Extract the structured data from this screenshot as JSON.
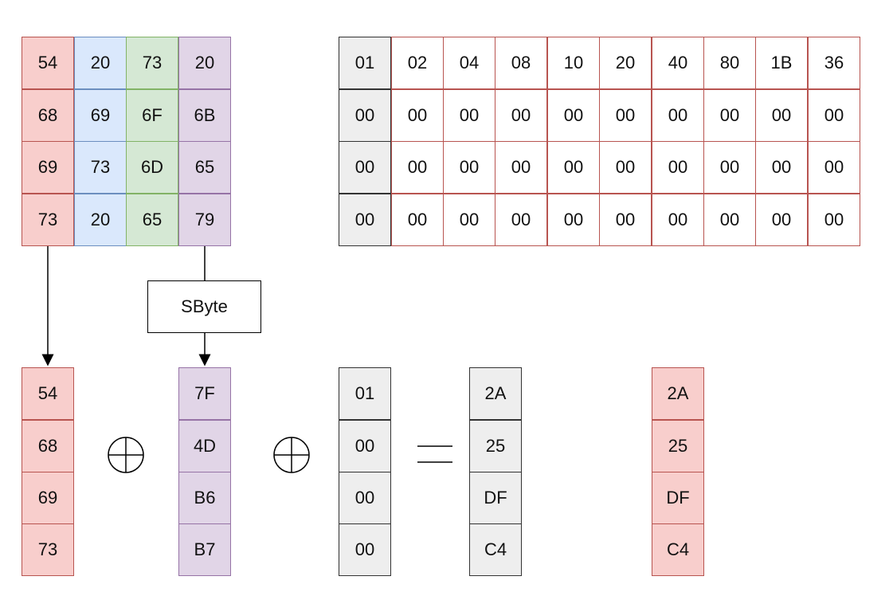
{
  "state": {
    "columns": [
      [
        "54",
        "68",
        "69",
        "73"
      ],
      [
        "20",
        "69",
        "73",
        "20"
      ],
      [
        "73",
        "6F",
        "6D",
        "65"
      ],
      [
        "20",
        "6B",
        "65",
        "79"
      ]
    ],
    "colors": [
      "#f8cecc",
      "#dae8fc",
      "#d5e8d4",
      "#e1d5e7"
    ]
  },
  "rcon": {
    "first_row": [
      "01",
      "02",
      "04",
      "08",
      "10",
      "20",
      "40",
      "80",
      "1B",
      "36"
    ],
    "zero_rows": [
      [
        "00",
        "00",
        "00",
        "00",
        "00",
        "00",
        "00",
        "00",
        "00",
        "00"
      ],
      [
        "00",
        "00",
        "00",
        "00",
        "00",
        "00",
        "00",
        "00",
        "00",
        "00"
      ],
      [
        "00",
        "00",
        "00",
        "00",
        "00",
        "00",
        "00",
        "00",
        "00",
        "00"
      ]
    ]
  },
  "sbyte_label": "SByte",
  "operation": {
    "word": [
      "54",
      "68",
      "69",
      "73"
    ],
    "substituted": [
      "7F",
      "4D",
      "B6",
      "B7"
    ],
    "rcon_col": [
      "01",
      "00",
      "00",
      "00"
    ],
    "result": [
      "2A",
      "25",
      "DF",
      "C4"
    ],
    "result_copy": [
      "2A",
      "25",
      "DF",
      "C4"
    ],
    "xor_symbol": "xor-symbol",
    "equals_symbol": "equals-symbol"
  }
}
